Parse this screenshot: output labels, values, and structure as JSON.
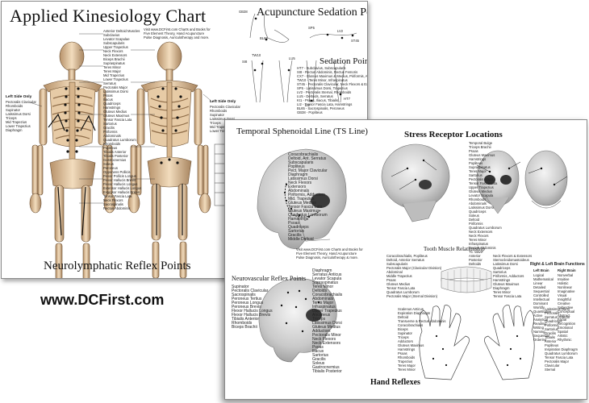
{
  "website": "www.DCFirst.com",
  "back_chart": {
    "title": "Applied Kinesiology Chart",
    "footer_title": "Neurolymphatic Reflex Points",
    "acupuncture_title": "Acupuncture Sedation Points",
    "sedation_title": "Sedation Points",
    "visit_note_1": "Visit www.DCFirst.com Charts and Books for",
    "visit_note_2": "Five Element Theory, Hand Acupuncture",
    "visit_note_3": "Pulse Diagnosis, Auriculotherapy and more.",
    "left_side_only": "Left Side Only",
    "right_side_label": "Left Side Only",
    "point_labels": [
      "GB38",
      "BL65",
      "SP5",
      "LV2",
      "ST45",
      "SI8",
      "TW10",
      "LI2",
      "LU5",
      "LU1",
      "HT7",
      "KI1",
      "KI2"
    ],
    "center_labels": [
      "Anterior Deltoid Muscles",
      "Subclavius",
      "Levator Scapulae",
      "Subscapularis",
      "Upper Trapezius",
      "Neck Flexors",
      "Neck Extensors",
      "Biceps Brachii",
      "Supraspinatus",
      "Teres Minor",
      "Teres Major",
      "Mid Trapezius",
      "Lower Trapezius",
      "Serratus",
      "Pectoralis Major",
      "Latissimus Dorsi",
      "Psoas",
      "Iliacus",
      "Quadriceps",
      "Hamstrings",
      "Gluteus Medius",
      "Gluteus Maximus",
      "Tensor Fascia Lata",
      "Sartorius",
      "Gracilis",
      "Piriformis",
      "Abdominals",
      "Quadratus Lumborum",
      "Rhomboids",
      "Popliteus",
      "Tibialis Anterior",
      "Tibialis Posterior",
      "Gastrocnemius",
      "Soleus",
      "Peroneus",
      "Opponens Pollicis",
      "Flexor Pollicis Longus",
      "Flexor Hallucis Brevis",
      "Flexor Hallucis Longus",
      "Extensor Hallucis Longus",
      "Extensor Hallucis Brevis",
      "Tensor Fascia Lata",
      "Neck Flexors",
      "Sacrospinalis",
      "Rectus Abdominis"
    ],
    "left_labels": [
      "Pectoralis Clavicular",
      "Rhomboids",
      "Supinator",
      "Latissimus Dorsi",
      "Triceps",
      "Mid Trapezius",
      "Lower Trapezius",
      "Diaphragm"
    ],
    "right_labels": [
      "Pectoralis Clavicular",
      "Rhomboids",
      "Supinator",
      "Latissimus Dorsi",
      "Triceps",
      "Mid Trapezius",
      "Lower Trapezius"
    ],
    "sedation_lines": [
      "HT7 - Subclavius, Subscapularis",
      "SI8 - Rectus Abdominis, Rectus Femoris",
      "CX7 - Gluteus Maximus & Medius, Piriformis, Adductors",
      "TW10 - Teres Minor, Infraspinatus",
      "ST45 - Pectoralis Clavicular, Neck Flexors & Extensors",
      "SP5 - Latissimus Dorsi, Trapezius",
      "LV2 - Pectoralis Sternal, Rhomboids",
      "LU5 - Deltoids, Serratus",
      "KI1 - Psoas, Iliacus, Tibialis",
      "LI2 - Tensor Fascia Lata, Hamstrings",
      "BL65 - Sacrospinalis, Peroneus",
      "GB38 - Popliteus"
    ]
  },
  "front_chart": {
    "ts_title": "Temporal Sphenoidal Line (TS Line)",
    "stress_title": "Stress Receptor Locations",
    "nv_title": "Neurovascular Reflex Points",
    "tooth_title": "Tooth Muscle Relationship",
    "brain_title": "Right & Left Brain Functions",
    "hand_title": "Hand Reflexes",
    "visit_note_1": "Visit www.DCFirst.com Charts and Books for",
    "visit_note_2": "Five Element Theory, Hand Acupuncture",
    "visit_note_3": "Pulse Diagnosis, Auriculotherapy & more.",
    "ts_labels": [
      "Coracobrachialis",
      "Deltoid, Ant. Serratus",
      "Subscapularis",
      "Popliteus",
      "Pect. Major Clavicular",
      "Diaphragm",
      "Latissimus Dorsi",
      "Neck Flexors",
      "Extensors",
      "Abdominals",
      "Piriformis, Adductors",
      "Mid. Trapezius",
      "Gluteus Medius",
      "Tensor Fascia Lata",
      "Gluteus Maximus",
      "Quadratus Lumborum",
      "Hamstrings",
      "Psoas",
      "Quadriceps",
      "Sartorius",
      "Gracilis",
      "Middle Deltoid"
    ],
    "stress_labels": [
      "Temporal Bulge",
      "Triceps Brachii",
      "Psoas",
      "Gluteus Maximus",
      "Hamstrings",
      "Popliteus",
      "Supraspinatus",
      "Teres Major",
      "Sartorius",
      "Pectoralis Major",
      "Tensor Fascia Lata",
      "Upper Trapezius",
      "Gluteus Medius",
      "Levator Scapula",
      "Rhomboids",
      "Abdominals",
      "Latissimus Dorsi",
      "Quadriceps",
      "Soleus",
      "Deltoid",
      "Piriformis",
      "Quadratus Lumborum",
      "Neck Extensors",
      "Neck Flexors",
      "Teres Minor",
      "Infraspinatus",
      "Rectus Abdominis",
      "TC Valve",
      "Anterior",
      "Posterior",
      "Deltoids"
    ],
    "nv_labels": [
      "Supinator",
      "Pectoralis Clavicular",
      "Sacrospinalis",
      "Peroneus Tertius",
      "Peroneus Longus",
      "Peroneus Brevis",
      "Flexor Hallucis Longus",
      "Flexor Hallucis Brevis",
      "Tibialis Anterior",
      "Rhomboids",
      "Biceps Brachii",
      "Diaphragm",
      "Serratus Anticus",
      "Levator Scapula",
      "Supraspinatus",
      "Teres Minor",
      "Deltoids",
      "Coracobrachialis",
      "Abdominals",
      "Teres Major",
      "Infraspinatus",
      "Upper Trapezius",
      "Anconeus",
      "Triceps",
      "Latissimus Dorsi",
      "Gluteus Medius",
      "Adductors",
      "Pectoralis Minor",
      "Neck Flexors",
      "Neck Extensors",
      "Psoas",
      "Iliacus",
      "Sartorius",
      "Gracilis",
      "Soleus",
      "Gastrocnemius",
      "Tibialis Posterior"
    ],
    "tooth_labels": [
      "Coracobrachialis, Popliteus",
      "Deltoid, Anterior Serratus",
      "Subscapularis",
      "Pectoralis Major (Clavicular Division)",
      "Abdominal",
      "Middle Trapezius",
      "Psoas",
      "Gluteus Medius",
      "Tensor Fascia Lata",
      "Quadratus Lumborum",
      "Pectoralis Major (Sternal Division)",
      "Neck Flexors & Extensors",
      "Sternocleidomastoideus",
      "Latissimus Dorsi",
      "Quadriceps",
      "Sartorius",
      "Piriformis, Adductors",
      "Hamstrings",
      "Gluteus Maximus",
      "Diaphragm",
      "Teres Minor",
      "Tensor Fascia Lata"
    ],
    "brain_left_head": "Left Brain",
    "brain_right_head": "Right Brain",
    "brain_left": [
      "Logical",
      "Mathematical",
      "Linear",
      "Detailed",
      "Sequential",
      "Controlled",
      "Intellectual",
      "Dominant",
      "Worldly",
      "Quantitative",
      "Active",
      "Analytical",
      "Reading",
      "Writing",
      "Naming",
      "Sequential",
      "Ordering"
    ],
    "brain_right": [
      "Nonverbal",
      "Intuitive",
      "Holistic",
      "Nonlinear",
      "Imaginative",
      "Visual",
      "Insightful",
      "Creative",
      "Subjective",
      "Conceptual",
      "Abstract",
      "Facial",
      "Recognition",
      "Emotional",
      "Spatial",
      "Artistic",
      "Rhythmic"
    ],
    "hand_labels": [
      "Scalenus Anticus",
      "Expiration Diaphragm",
      "Deltoid",
      "Transverse & Rectus Abdominis",
      "Coracobrachialis",
      "Biceps",
      "Supinator",
      "Triceps",
      "Adductors",
      "Gluteus Maximus",
      "Hamstrings",
      "Psoas",
      "Rhomboids",
      "Trapezius",
      "Teres Major",
      "Teres Minor",
      "Latissimus Dorsi",
      "Pectoralis",
      "Serratus Anterior",
      "Quadriceps",
      "Piriformis",
      "Sartorius",
      "Gracilis",
      "Tibialis",
      "Anterior",
      "Popliteus",
      "Inspiration Diaphragm",
      "Quadratus Lumborum",
      "Tensor Fascia Lata",
      "Pectoralis Major",
      "Clavicular",
      "Sternal"
    ]
  }
}
